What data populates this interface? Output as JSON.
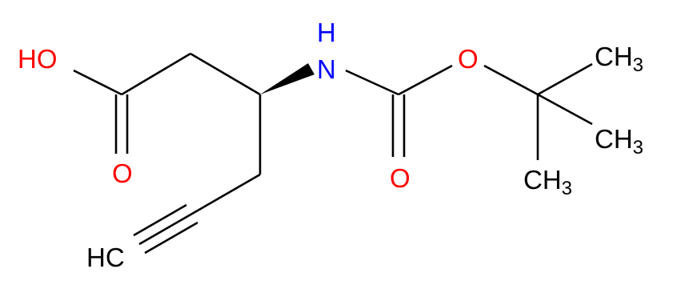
{
  "colors": {
    "bond": "#000000",
    "oxygen": "#ff0000",
    "nitrogen": "#0000ff",
    "carbon": "#000000"
  },
  "atoms": {
    "ho": "HO",
    "o_acid": "O",
    "nh": "H",
    "n": "N",
    "o_ester": "O",
    "o_carbonyl": "O",
    "ch3_top": "CH",
    "ch3_top_sub": "3",
    "ch3_mid": "CH",
    "ch3_mid_sub": "3",
    "ch3_bot": "CH",
    "ch3_bot_sub": "3",
    "hc": "HC"
  }
}
